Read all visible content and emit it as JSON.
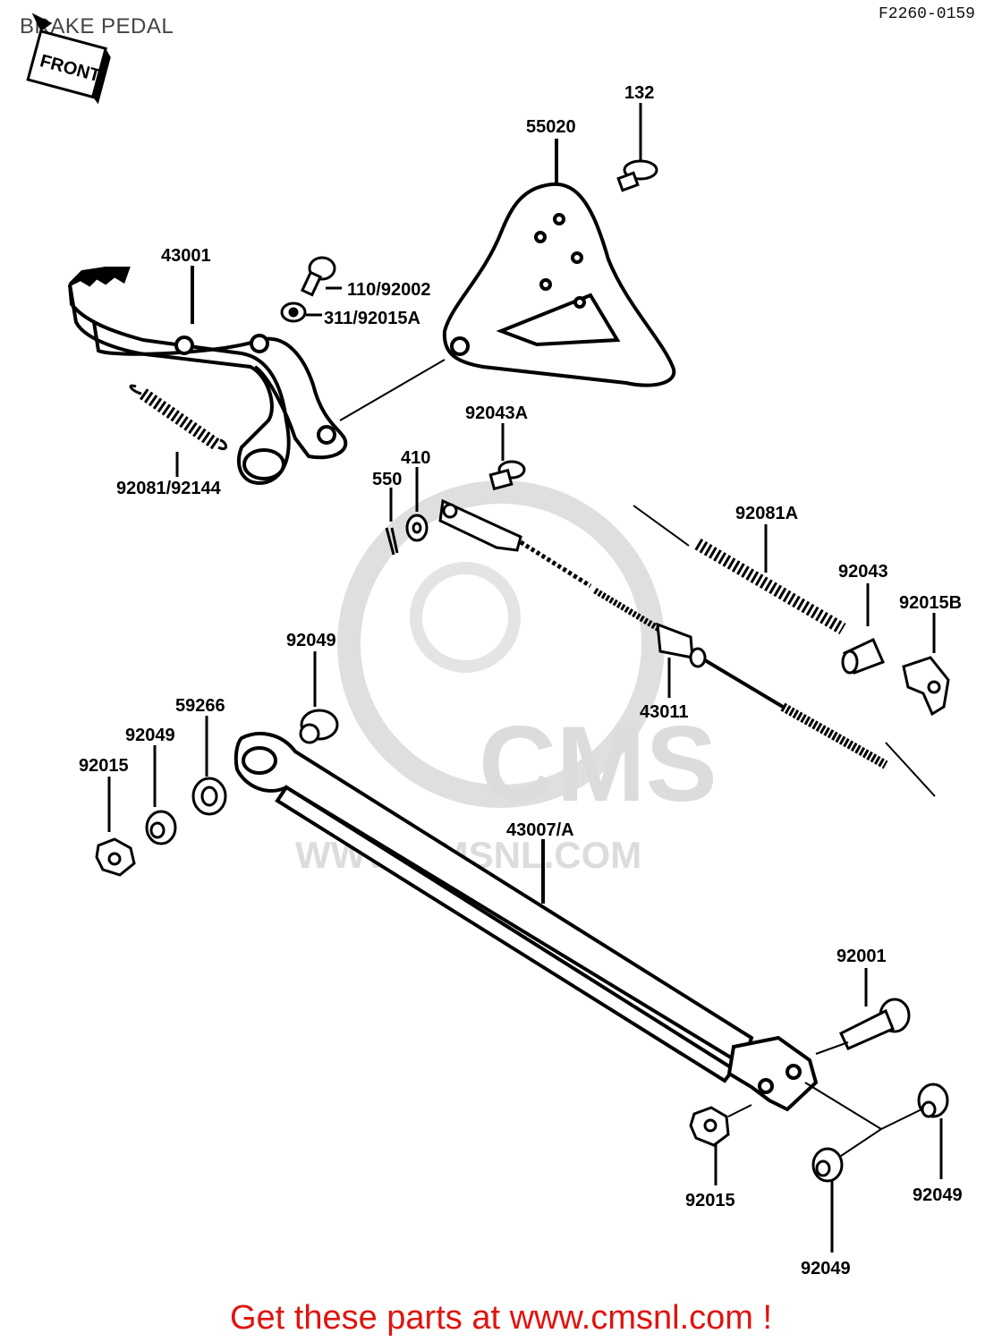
{
  "header": {
    "title": "BRAKE PEDAL",
    "code": "F2260-0159"
  },
  "front_arrow": {
    "text": "FRONT"
  },
  "watermark": {
    "brand": "CMS",
    "url": "WWW.CMSNL.COM"
  },
  "parts": {
    "p132": "132",
    "p55020": "55020",
    "p43001": "43001",
    "p110_92002": "110/92002",
    "p311_92015A": "311/92015A",
    "p92081_92144": "92081/92144",
    "p92043A": "92043A",
    "p410": "410",
    "p550": "550",
    "p92081A": "92081A",
    "p92043": "92043",
    "p92015B": "92015B",
    "p92049_top": "92049",
    "p59266": "59266",
    "p92049_left": "92049",
    "p92015_left": "92015",
    "p43011": "43011",
    "p43007A": "43007/A",
    "p92001": "92001",
    "p92015_bottom": "92015",
    "p92049_right": "92049",
    "p92049_bottom": "92049"
  },
  "footer": {
    "text": "Get these parts at www.cmsnl.com !"
  }
}
